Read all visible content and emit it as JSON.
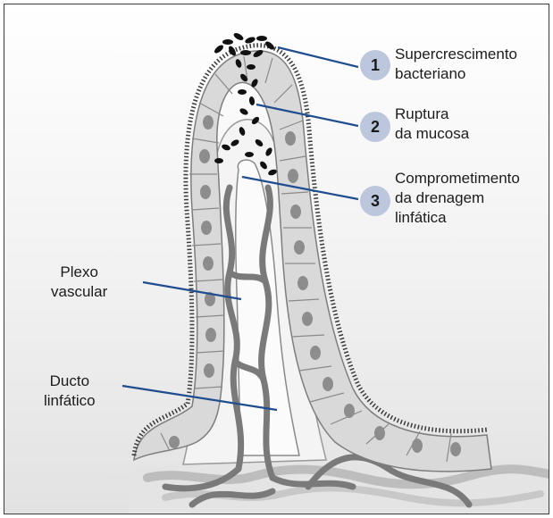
{
  "labels": {
    "step1": {
      "number": "1",
      "line1": "Supercrescimento",
      "line2": "bacteriano"
    },
    "step2": {
      "number": "2",
      "line1": "Ruptura",
      "line2": "da mucosa"
    },
    "step3": {
      "number": "3",
      "line1": "Comprometimento",
      "line2": "da drenagem",
      "line3": "linfática"
    },
    "plexo": {
      "line1": "Plexo",
      "line2": "vascular"
    },
    "ducto": {
      "line1": "Ducto",
      "line2": "linfático"
    }
  },
  "colors": {
    "leader_line": "#1f4d8f",
    "number_circle": "#bcc6dd",
    "vessel": "#7a7a7a",
    "cell_fill": "#d9d9d9",
    "nucleus": "#8d8d8d",
    "bacteria": "#111111"
  }
}
